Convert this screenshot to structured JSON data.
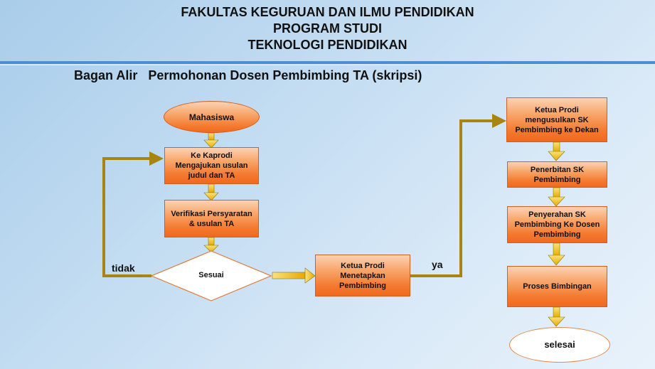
{
  "header": {
    "line1": "FAKULTAS KEGURUAN DAN ILMU PENDIDIKAN",
    "line2": "PROGRAM STUDI",
    "line3": "TEKNOLOGI PENDIDIKAN"
  },
  "subtitle": "Bagan Alir   Permohonan Dosen Pembimbing TA (skripsi)",
  "nodes": {
    "mahasiswa": "Mahasiswa",
    "kaprodi": "Ke Kaprodi\nMengajukan usulan\njudul dan TA",
    "verifikasi": "Verifikasi Persyaratan\n& usulan TA",
    "sesuai": "Sesuai",
    "menetapkan": "Ketua Prodi\nMenetapkan\nPembimbing",
    "mengusulkan": "Ketua Prodi\nmengusulkan SK\nPembimbing ke Dekan",
    "penerbitan": "Penerbitan SK\nPembimbing",
    "penyerahan": "Penyerahan SK\nPembimbing Ke Dosen\nPembimbing",
    "proses": "Proses Bimbingan",
    "selesai": "selesai"
  },
  "edges": {
    "tidak": "tidak",
    "ya": "ya"
  },
  "colors": {
    "box_fill": "#f47a30",
    "arrow_gold": "#f5c518",
    "connector": "#a88410",
    "header_rule": "#4a8fd1"
  }
}
